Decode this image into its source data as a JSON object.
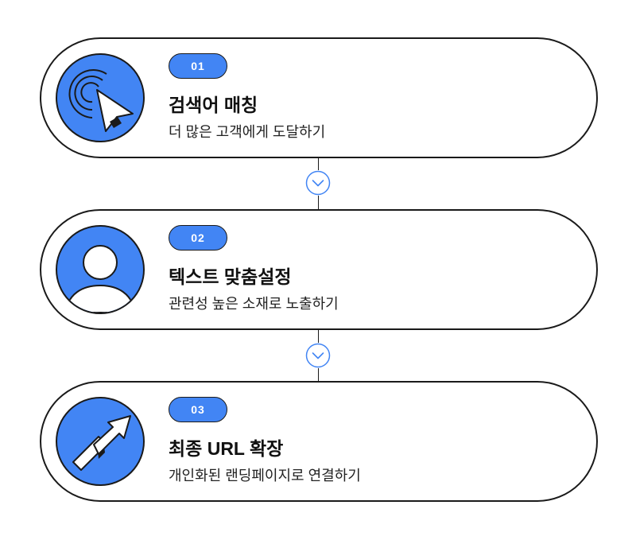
{
  "steps": [
    {
      "number": "01",
      "title": "검색어 매칭",
      "subtitle": "더 많은 고객에게 도달하기",
      "icon": "cursor-click-icon"
    },
    {
      "number": "02",
      "title": "텍스트 맞춤설정",
      "subtitle": "관련성 높은 소재로 노출하기",
      "icon": "user-avatar-icon"
    },
    {
      "number": "03",
      "title": "최종 URL 확장",
      "subtitle": "개인화된 랜딩페이지로 연결하기",
      "icon": "expand-arrow-icon"
    }
  ],
  "colors": {
    "accent": "#4285f4",
    "outline": "#1a1a1a",
    "connector_icon": "#4285f4"
  }
}
